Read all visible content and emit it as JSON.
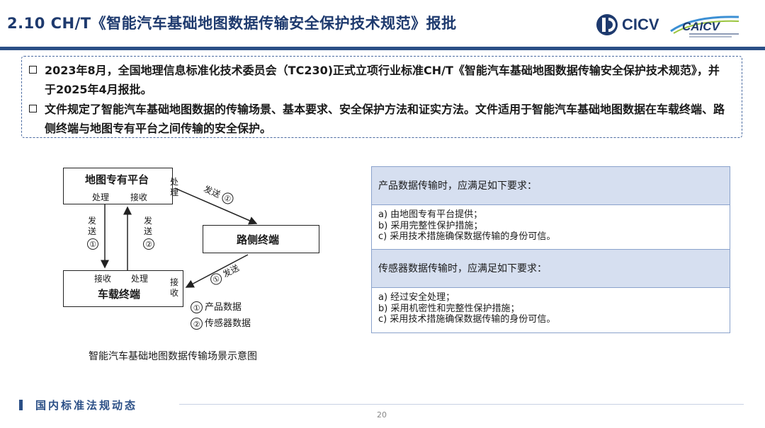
{
  "header": {
    "title": "2.10 CH/T《智能汽车基础地图数据传输安全保护技术规范》报批",
    "logo_cicv_text": "CICV",
    "logo_caicv_text": "CAICV",
    "brand_color": "#2b4f86"
  },
  "bullets": [
    "2023年8月，全国地理信息标准化技术委员会（TC230)正式立项行业标准CH/T《智能汽车基础地图数据传输安全保护技术规范》，并于2025年4月报批。",
    "文件规定了智能汽车基础地图数据的传输场景、基本要求、安全保护方法和证实方法。文件适用于智能汽车基础地图数据在车载终端、路侧终端与地图专有平台之间传输的安全保护。"
  ],
  "diagram": {
    "platform": {
      "title": "地图专有平台",
      "sub1": "处理",
      "sub2": "接收"
    },
    "roadside": {
      "title": "路侧终端"
    },
    "vehicle": {
      "title": "车载终端",
      "sub1": "接收",
      "sub2": "处理"
    },
    "edge_labels": {
      "platform_side": "处理",
      "vehicle_side": "接收",
      "send_down": "发送",
      "send_up": "发送",
      "send_to_roadside": "发送",
      "send_from_roadside": "发送",
      "circle_1": "①",
      "circle_2": "②"
    },
    "legend": [
      {
        "mark": "①",
        "text": "产品数据"
      },
      {
        "mark": "②",
        "text": "传感器数据"
      }
    ],
    "caption": "智能汽车基础地图数据传输场景示意图"
  },
  "requirements": [
    {
      "heading": "产品数据传输时，应满足如下要求：",
      "items": [
        "a) 由地图专有平台提供；",
        "b) 采用完整性保护措施；",
        "c) 采用技术措施确保数据传输的身份可信。"
      ]
    },
    {
      "heading": "传感器数据传输时，应满足如下要求：",
      "items": [
        "a) 经过安全处理；",
        "b) 采用机密性和完整性保护措施；",
        "c) 采用技术措施确保数据传输的身份可信。"
      ]
    }
  ],
  "footer": {
    "section": "国内标准法规动态",
    "page_number": "20"
  }
}
